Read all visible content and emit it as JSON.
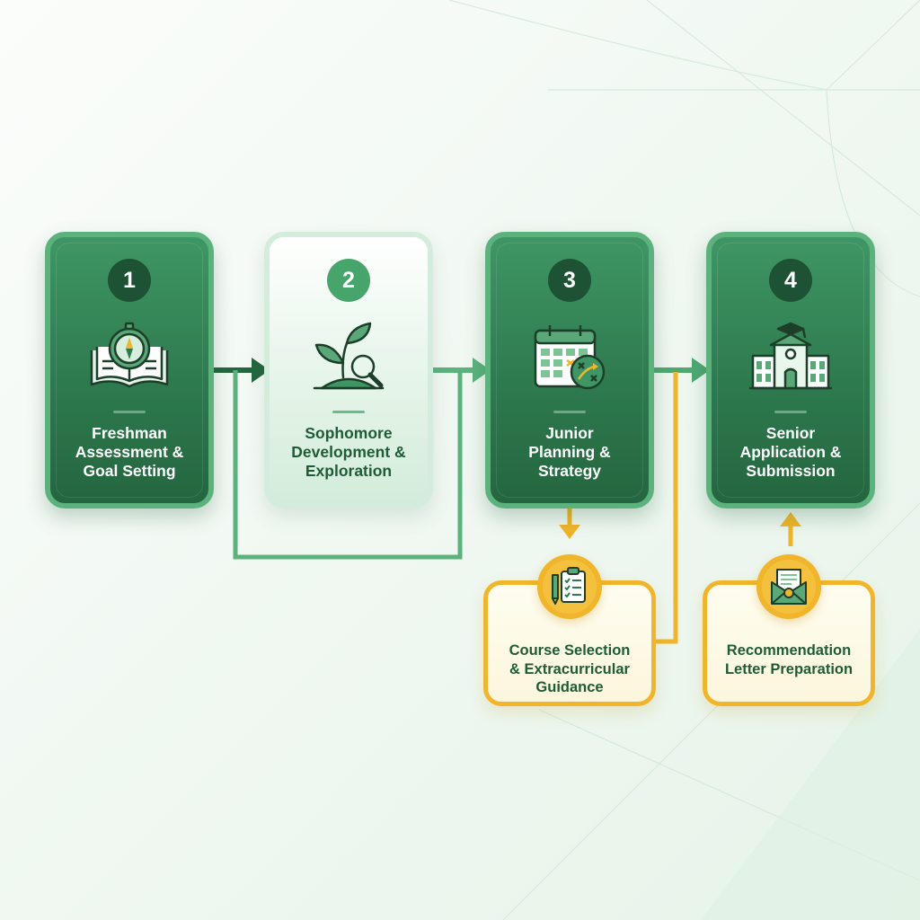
{
  "colors": {
    "dark_green": "#2e7a4f",
    "mid_green": "#5cb27c",
    "light_green": "#d4ecdb",
    "gold": "#f0b52a",
    "background": "#eef7f0"
  },
  "stages": [
    {
      "number": "1",
      "lines": [
        "Freshman",
        "Assessment &",
        "Goal Setting"
      ],
      "icon": "book-compass-icon",
      "style": "dark"
    },
    {
      "number": "2",
      "lines": [
        "Sophomore",
        "Development &",
        "Exploration"
      ],
      "icon": "sprout-magnifier-icon",
      "style": "light"
    },
    {
      "number": "3",
      "lines": [
        "Junior",
        "Planning &",
        "Strategy"
      ],
      "icon": "calendar-strategy-icon",
      "style": "dark"
    },
    {
      "number": "4",
      "lines": [
        "Senior",
        "Application &",
        "Submission"
      ],
      "icon": "university-building-icon",
      "style": "dark"
    }
  ],
  "side_tasks": [
    {
      "lines": [
        "Course Selection",
        "& Extracurricular",
        "Guidance"
      ],
      "icon": "clipboard-checklist-icon",
      "attached_to_stage": "3"
    },
    {
      "lines": [
        "Recommendation",
        "Letter Preparation"
      ],
      "icon": "envelope-letter-icon",
      "attached_to_stage": "4"
    }
  ]
}
